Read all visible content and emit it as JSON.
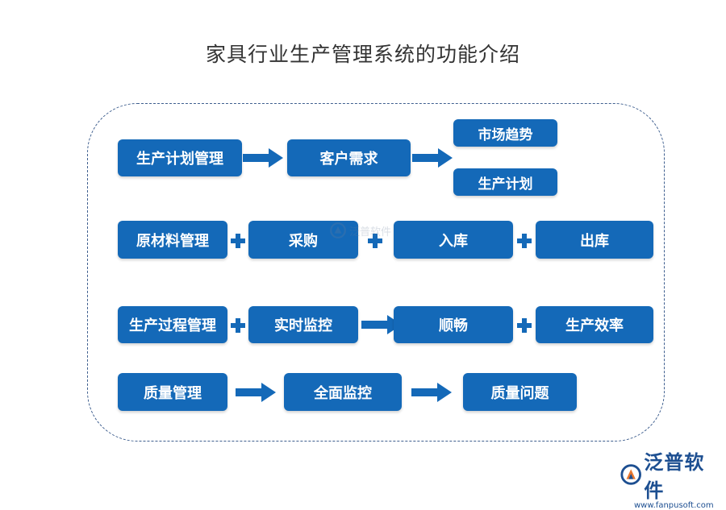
{
  "title": "家具行业生产管理系统的功能介绍",
  "colors": {
    "box_fill": "#1469b8",
    "frame_border": "#3f5f8f",
    "logo": "#1d4f91"
  },
  "rows": [
    {
      "main": "生产计划管理",
      "connector_1": "arrow",
      "second": "客户需求",
      "connector_2": "arrow",
      "outcomes": [
        "市场趋势",
        "生产计划"
      ]
    },
    {
      "main": "原材料管理",
      "items": [
        "采购",
        "入库",
        "出库"
      ],
      "connectors": [
        "plus",
        "plus",
        "plus"
      ]
    },
    {
      "main": "生产过程管理",
      "items": [
        "实时监控",
        "顺畅",
        "生产效率"
      ],
      "connectors": [
        "plus",
        "arrow",
        "plus"
      ]
    },
    {
      "main": "质量管理",
      "items": [
        "全面监控",
        "质量问题"
      ],
      "connectors": [
        "arrow",
        "arrow"
      ]
    }
  ],
  "watermark": {
    "text": "泛普软件",
    "icon": "fanpu-logo-icon"
  },
  "logo": {
    "name": "泛普软件",
    "url": "www.fanpusoft.com",
    "icon": "fanpu-logo-icon"
  }
}
